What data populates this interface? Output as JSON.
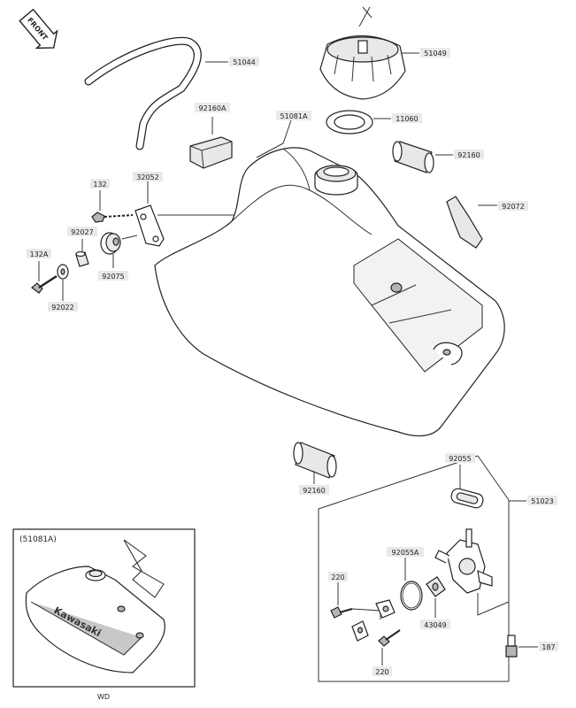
{
  "badge": {
    "front": "FRONT"
  },
  "parts": {
    "p51044": "51044",
    "p51049": "51049",
    "p92160A": "92160A",
    "p51081A": "51081A",
    "p11060": "11060",
    "p92160": "92160",
    "p132": "132",
    "p32052": "32052",
    "p92072": "92072",
    "p92027": "92027",
    "p132A": "132A",
    "p92075": "92075",
    "p92022": "92022",
    "p92160b": "92160",
    "p92055": "92055",
    "p51023": "51023",
    "p92055A": "92055A",
    "p220a": "220",
    "p43049": "43049",
    "p187": "187",
    "p220b": "220"
  },
  "inset": {
    "caption": "(51081A)",
    "brand": "Kawasaki",
    "footer": "WD"
  }
}
